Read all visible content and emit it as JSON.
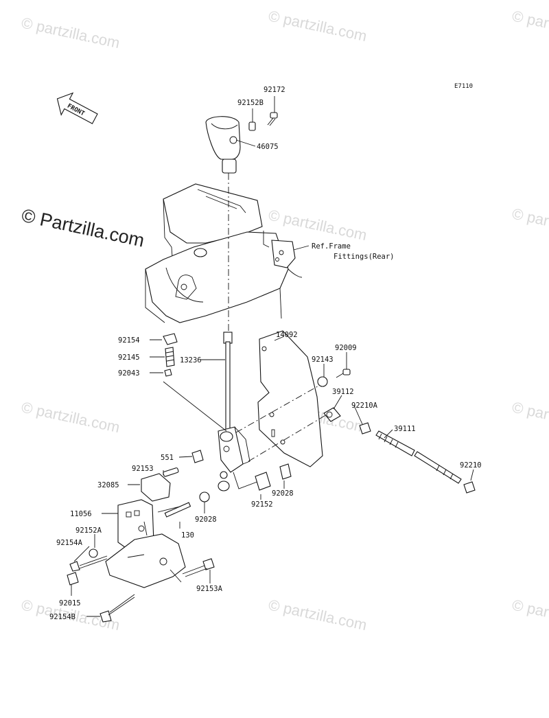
{
  "diagram_code": "E7110",
  "brand": "© Partzilla.com",
  "watermark": "© partzilla.com",
  "front_label": "FRONT",
  "labels": {
    "p92172": "92172",
    "p92152B": "92152B",
    "p46075": "46075",
    "ref_frame_1": "Ref.Frame",
    "ref_frame_2": "Fittings(Rear)",
    "p14092": "14092",
    "p92009": "92009",
    "p92143": "92143",
    "p92154": "92154",
    "p92145": "92145",
    "p13236": "13236",
    "p92043": "92043",
    "p39112": "39112",
    "p92210A": "92210A",
    "p39111": "39111",
    "p551": "551",
    "p92153": "92153",
    "p92210": "92210",
    "p32085": "32085",
    "p92028a": "92028",
    "p92152": "92152",
    "p11056": "11056",
    "p92028b": "92028",
    "p92152A": "92152A",
    "p130": "130",
    "p92154A": "92154A",
    "p92153A": "92153A",
    "p92015": "92015",
    "p92154B": "92154B"
  }
}
